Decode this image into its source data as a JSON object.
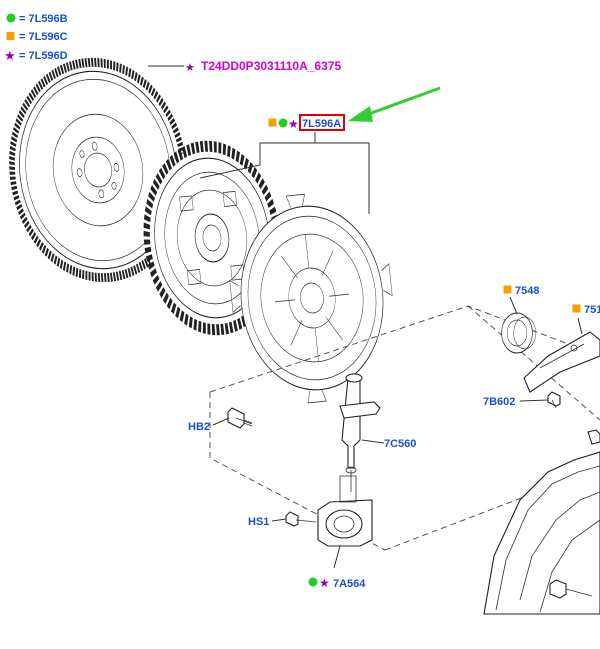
{
  "legend": [
    {
      "symbol": "circle",
      "color": "#22cc22",
      "text": "= 7L596B"
    },
    {
      "symbol": "square",
      "color": "#f5a000",
      "text": "= 7L596C"
    },
    {
      "symbol": "star",
      "color": "#9900aa",
      "text": "= 7L596D"
    }
  ],
  "colors": {
    "link_blue": "#1a4fd6",
    "magenta": "#d400d4",
    "green_marker": "#22cc22",
    "orange_marker": "#f5a000",
    "purple_star": "#9900aa",
    "highlight_box": "#e00000",
    "pointer_arrow": "#33cc33"
  },
  "callouts": {
    "flywheel_ref": "T24DD0P3031110A_6375",
    "clutch_kit": "7L596A",
    "bearing": "7548",
    "fork_partial": "751",
    "fork_bolt": "7B602",
    "pressure_plate_bolt": "HB2",
    "slave_line": "7C560",
    "slave_bolt": "HS1",
    "slave_cylinder": "7A564"
  },
  "icons": {
    "legend_1": "green-circle-icon",
    "legend_2": "orange-square-icon",
    "legend_3": "purple-star-icon",
    "highlight_arrow": "green-arrow-icon"
  }
}
